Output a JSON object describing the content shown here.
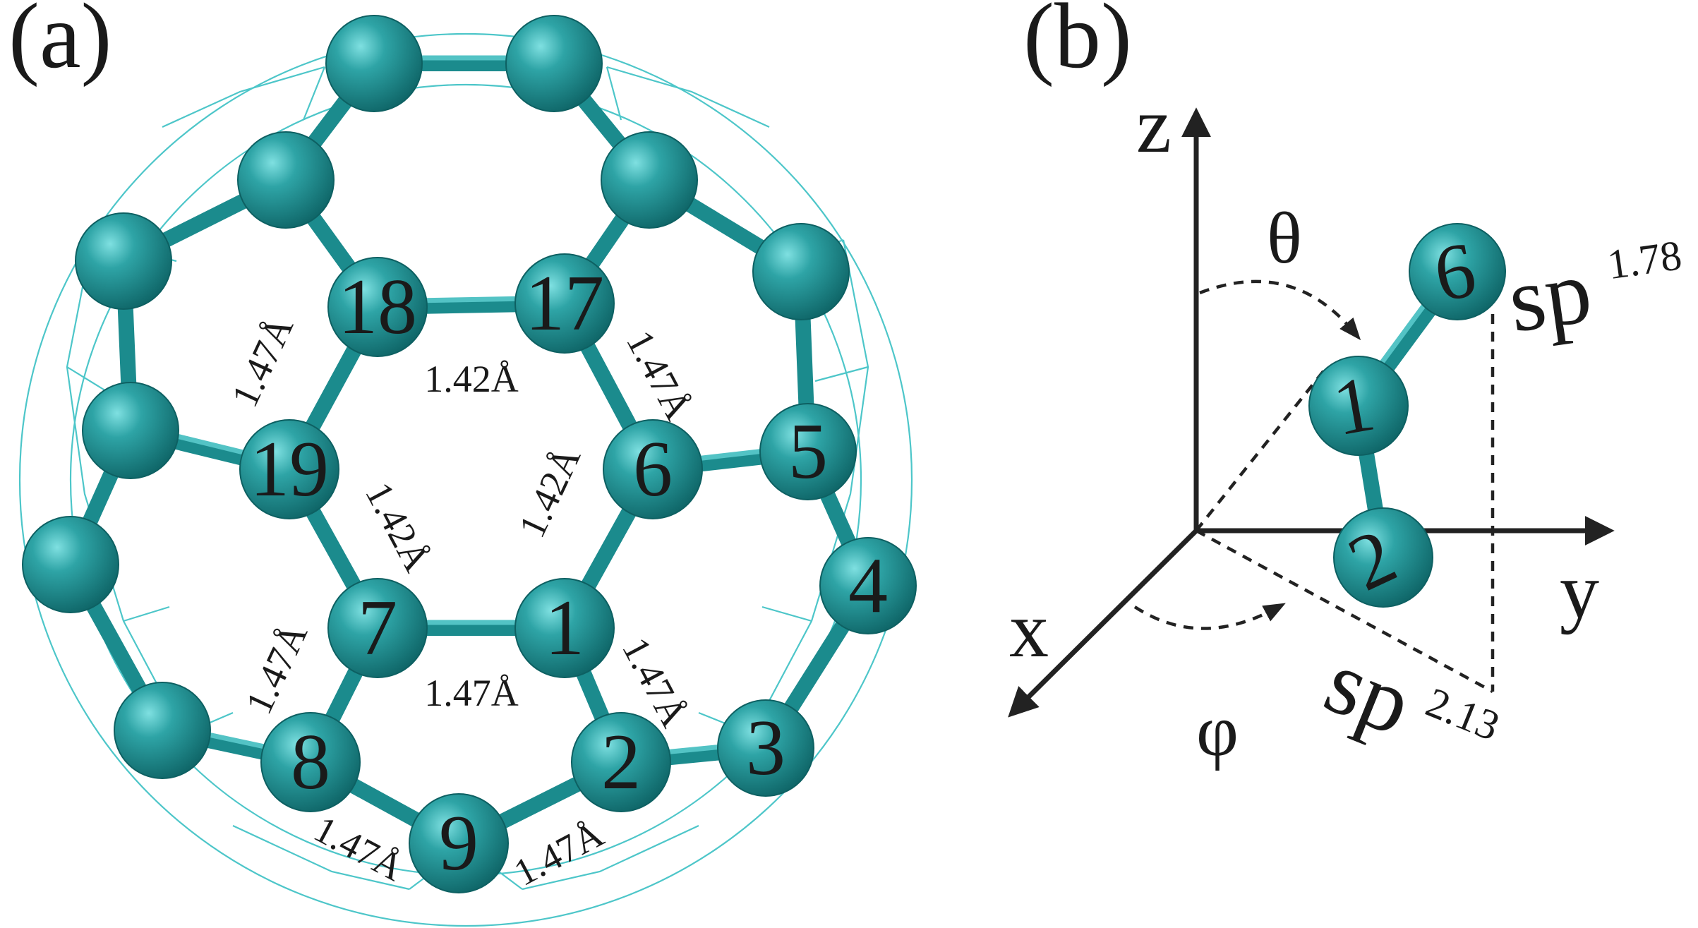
{
  "panels": {
    "a_label": "(a)",
    "b_label": "(b)"
  },
  "panel_a": {
    "atom_labels": [
      "18",
      "17",
      "19",
      "6",
      "5",
      "4",
      "7",
      "1",
      "8",
      "2",
      "3",
      "9"
    ],
    "bond_lengths": {
      "b18_17": "1.42Å",
      "b18_19": "1.47Å",
      "b17_6": "1.47Å",
      "b19_7": "1.42Å",
      "b6_1": "1.42Å",
      "b7_1": "1.47Å",
      "b7_8": "1.47Å",
      "b1_2": "1.47Å",
      "b8_9": "1.47Å",
      "b9_2": "1.47Å"
    }
  },
  "panel_b": {
    "axes": {
      "z": "z",
      "y": "y",
      "x": "x"
    },
    "angles": {
      "theta": "θ",
      "phi": "φ"
    },
    "atom_labels": {
      "top": "6",
      "middle": "1",
      "bottom": "2"
    },
    "hybridization": {
      "upper": {
        "base": "sp",
        "exponent": "1.78"
      },
      "lower": {
        "base": "sp",
        "exponent": "2.13"
      }
    }
  },
  "colors": {
    "atom": "#2ea4a6",
    "bond": "#1b8b8d",
    "cage": "#4dc6c9",
    "text": "#1a1a1a"
  }
}
